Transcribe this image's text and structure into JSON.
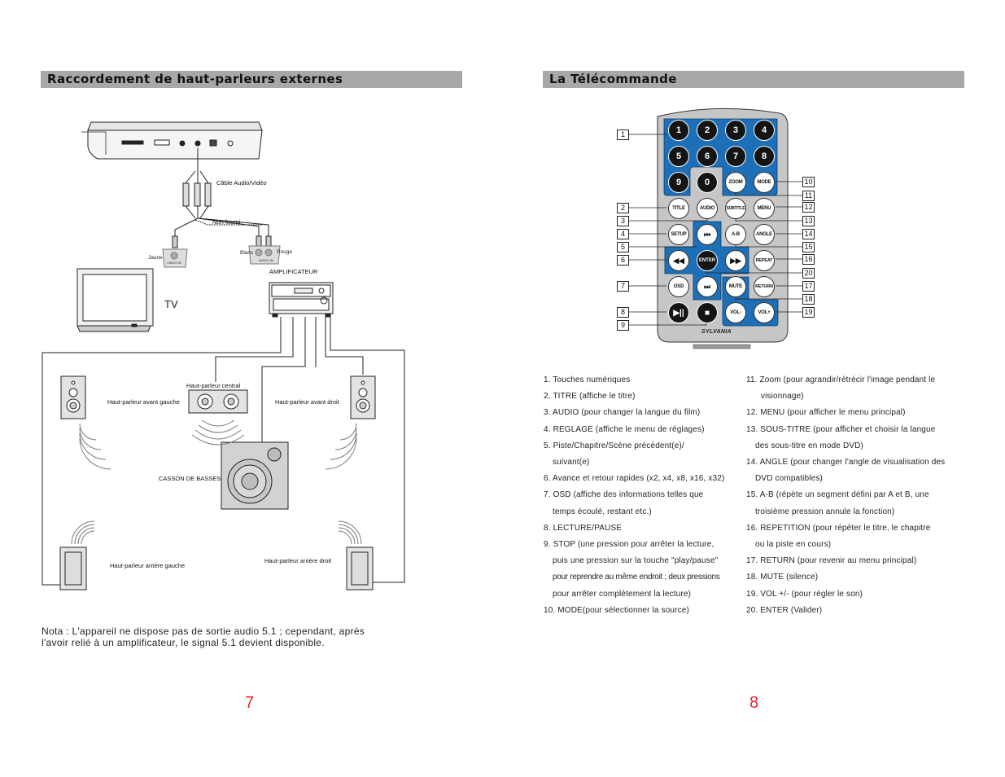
{
  "left": {
    "header": "Raccordement de haut-parleurs externes",
    "labels": {
      "cable": "Câble Audio/Vidéo",
      "non_fourni": "Non fourni",
      "jaune": "Jaune",
      "video_in": "VIDEO IN",
      "blanc": "Blanc",
      "rouge": "Rouge",
      "audio_in": "AUDIO IN",
      "amplificateur": "AMPLIFICATEUR",
      "tv": "TV",
      "hp_central": "Haut-parleur central",
      "hp_avant_gauche": "Haut-parleur avant gauche",
      "hp_avant_droit": "Haut-parleur avant droit",
      "caisson": "CASSON DE BASSES",
      "hp_arriere_gauche": "Haut-parleur arrière gauche",
      "hp_arriere_droit": "Haut-parleur arrière droit"
    },
    "note_line1": "Nota : L'appareil ne dispose pas de sortie audio 5.1 ; cependant, après",
    "note_line2": "l'avoir relié à un amplificateur, le signal 5.1 devient disponible.",
    "page_number": "7"
  },
  "right": {
    "header": "La Télécommande",
    "brand": "SYLVANIA",
    "buttons": {
      "b1": "1",
      "b2": "2",
      "b3": "3",
      "b4": "4",
      "b5": "5",
      "b6": "6",
      "b7": "7",
      "b8": "8",
      "b9": "9",
      "b0": "0",
      "zoom": "ZOOM",
      "mode": "MODE",
      "title": "TITLE",
      "audio": "AUDIO",
      "subtitle": "SUBTITLE",
      "menu": "MENU",
      "setup": "SETUP",
      "ab": "A-B",
      "angle": "ANGLE",
      "enter": "ENTER",
      "repeat": "REPEAT",
      "osd": "OSD",
      "mute": "MUTE",
      "return": "RETURN",
      "volm": "VOL-",
      "volp": "VOL+"
    },
    "callouts_left": [
      "1",
      "2",
      "3",
      "4",
      "5",
      "6",
      "7",
      "8",
      "9"
    ],
    "callouts_right": [
      "10",
      "11",
      "12",
      "13",
      "14",
      "15",
      "16",
      "20",
      "17",
      "18",
      "19"
    ],
    "list_left": [
      "1. Touches numériques",
      "2. TITRE (affiche le titre)",
      "3. AUDIO (pour changer la langue du film)",
      "4. REGLAGE (affiche le menu de réglages)",
      "5.  Piste/Chapitre/Scène précédent(e)/",
      "suivant(e)",
      "6.  Avance et retour rapides (x2, x4, x8, x16, x32)",
      "7. OSD (affiche des informations telles que",
      "temps écoulé, restant etc.)",
      "8. LECTURE/PAUSE",
      "9. STOP (une pression pour arrêter la lecture,",
      "puis une pression sur la touche \"play/pause\"",
      "pour reprendre au même endroit  ; deux pressions",
      "pour arrêter complètement la lecture)",
      "10. MODE(pour sélectionner la source)"
    ],
    "list_right": [
      "11. Zoom (pour agrandir/rétrécir l'image pendant le",
      "visionnage)",
      "12. MENU (pour afficher le menu principal)",
      "13. SOUS-TITRE (pour afficher et choisir la langue",
      "des sous-titre en mode DVD)",
      "14. ANGLE (pour changer l'angle de visualisation des",
      "DVD compatibles)",
      "15. A-B (répète un segment défini par A et   B, une",
      "troisième pression annule la fonction)",
      "16. REPETITION (pour répéter le titre, le chapitre",
      "ou la piste en cours)",
      "17. RETURN (pour revenir au menu principal)",
      "18. MUTE (silence)",
      "19. VOL +/- (pour régler le son)",
      "20. ENTER (Valider)"
    ],
    "page_number": "8"
  }
}
